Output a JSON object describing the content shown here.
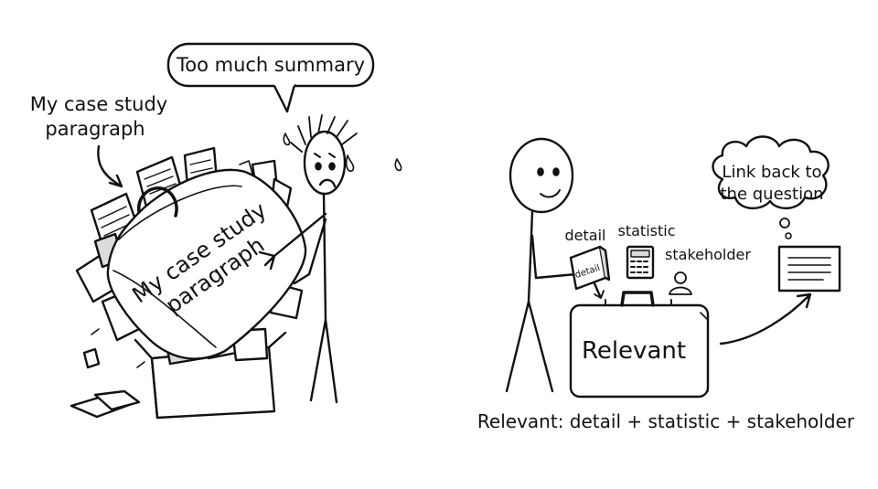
{
  "left_panel": {
    "paragraph_label_line1": "My case study",
    "paragraph_label_line2": "paragraph",
    "speech_bubble": "Too much summary",
    "suitcase_line1": "My case study",
    "suitcase_line2": "paragraph"
  },
  "right_panel": {
    "thought_line1": "Link back to",
    "thought_line2": "the question",
    "label_detail": "detail",
    "label_statistic": "statistic",
    "label_stakeholder": "stakeholder",
    "book_label": "detail",
    "suitcase_label": "Relevant",
    "caption": "Relevant: detail + statistic + stakeholder"
  },
  "colors": {
    "ink": "#111111",
    "paper": "#ffffff",
    "shade": "#dcdcdc"
  }
}
